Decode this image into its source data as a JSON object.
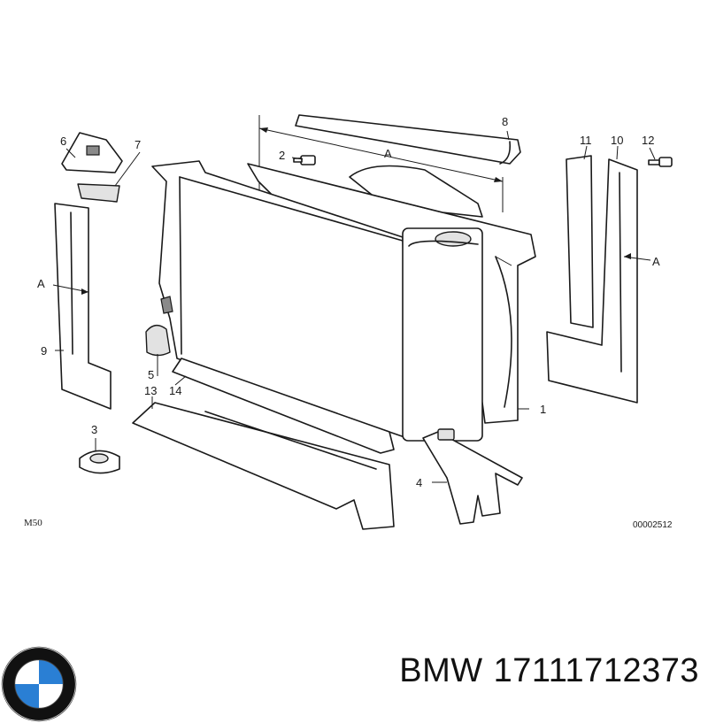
{
  "diagram": {
    "callouts": {
      "c1": "1",
      "c2": "2",
      "c3": "3",
      "c4": "4",
      "c5": "5",
      "c6": "6",
      "c7": "7",
      "c8": "8",
      "c9": "9",
      "c10": "10",
      "c11": "11",
      "c12": "12",
      "c13": "13",
      "c14": "14"
    },
    "markers": {
      "top": "A",
      "left": "A",
      "right": "A"
    },
    "model": "M50",
    "drawing_code": "00002512"
  },
  "footer": {
    "brand": "BMW",
    "part_number": "17111712373",
    "colors": {
      "logo_blue": "#2a7fd4",
      "logo_ring": "#111111"
    }
  }
}
